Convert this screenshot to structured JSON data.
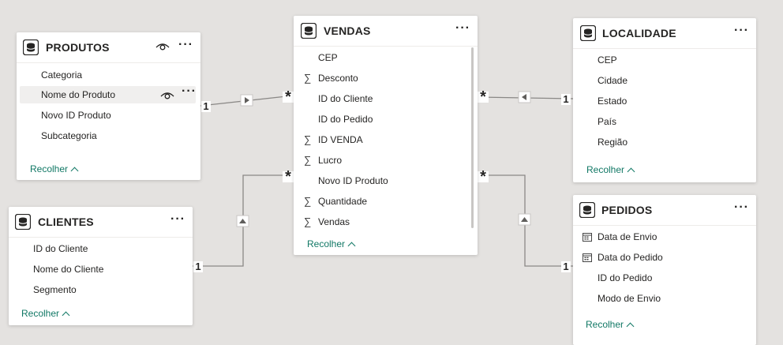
{
  "tables": {
    "produtos": {
      "title": "PRODUTOS",
      "fields": [
        "Categoria",
        "Nome do Produto",
        "Novo ID Produto",
        "Subcategoria"
      ],
      "collapse": "Recolher"
    },
    "vendas": {
      "title": "VENDAS",
      "fields": [
        "CEP",
        "Desconto",
        "ID do Cliente",
        "ID do Pedido",
        "ID VENDA",
        "Lucro",
        "Novo ID Produto",
        "Quantidade",
        "Vendas"
      ],
      "collapse": "Recolher"
    },
    "localidade": {
      "title": "LOCALIDADE",
      "fields": [
        "CEP",
        "Cidade",
        "Estado",
        "País",
        "Região"
      ],
      "collapse": "Recolher"
    },
    "clientes": {
      "title": "CLIENTES",
      "fields": [
        "ID do Cliente",
        "Nome do Cliente",
        "Segmento"
      ],
      "collapse": "Recolher"
    },
    "pedidos": {
      "title": "PEDIDOS",
      "fields": [
        "Data de Envio",
        "Data do Pedido",
        "ID do Pedido",
        "Modo de Envio"
      ],
      "collapse": "Recolher"
    }
  },
  "more_label": "···",
  "relationships": {
    "one": "1",
    "many": "*"
  }
}
